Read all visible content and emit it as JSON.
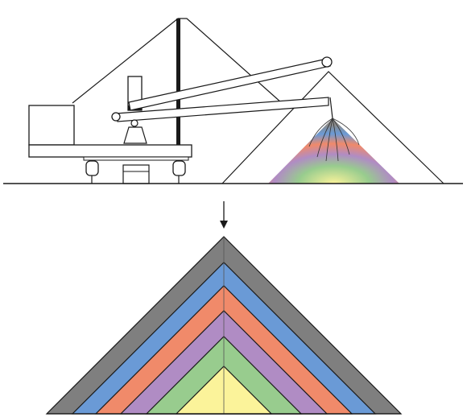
{
  "figure": {
    "kind": "stockpile stacking diagram",
    "panels": [
      {
        "name": "stacker-elevation",
        "description_visible_text": ""
      },
      {
        "name": "stockpile-cross-section",
        "description_visible_text": ""
      }
    ]
  },
  "colors": {
    "outline": "#1a1a1a",
    "ground": "#1a1a1a",
    "layer_gray": "#7f7f7f",
    "layer_blue": "#6a9ad6",
    "layer_orange": "#f08a6a",
    "layer_purple": "#b08cc4",
    "layer_green": "#98cc8e",
    "layer_yellow": "#fbf39a",
    "background": "#ffffff"
  },
  "stockpile_layers": [
    {
      "name": "layer-1-gray",
      "color_key": "layer_gray"
    },
    {
      "name": "layer-2-blue",
      "color_key": "layer_blue"
    },
    {
      "name": "layer-3-orange",
      "color_key": "layer_orange"
    },
    {
      "name": "layer-4-purple",
      "color_key": "layer_purple"
    },
    {
      "name": "layer-5-green",
      "color_key": "layer_green"
    },
    {
      "name": "layer-6-yellow",
      "color_key": "layer_yellow"
    }
  ],
  "icons": {
    "discharge_arrow": "arrow-down-icon"
  }
}
